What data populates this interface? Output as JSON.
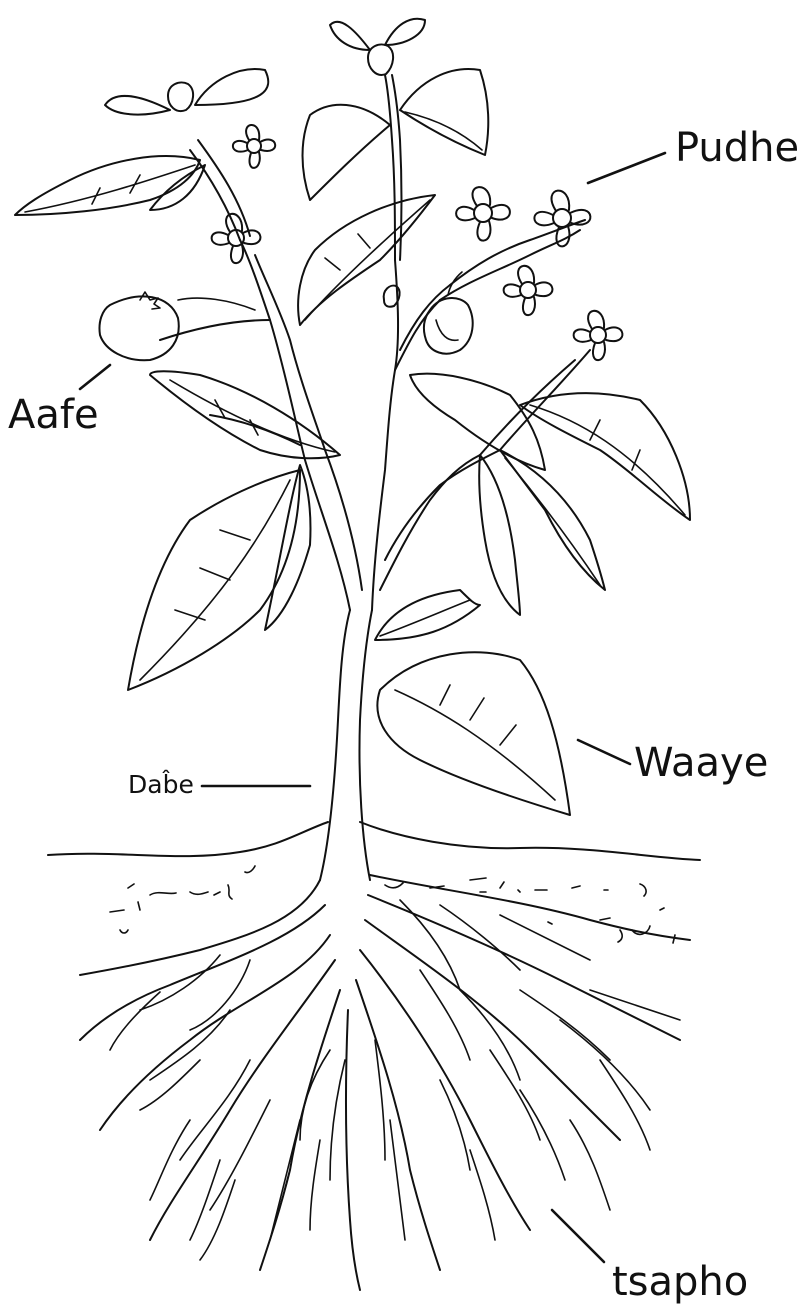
{
  "labels": {
    "flower": "Pudhe",
    "fruit": "Aafe",
    "leaf": "Waaye",
    "stem": "Dab̂e",
    "roots": "tsapho"
  }
}
